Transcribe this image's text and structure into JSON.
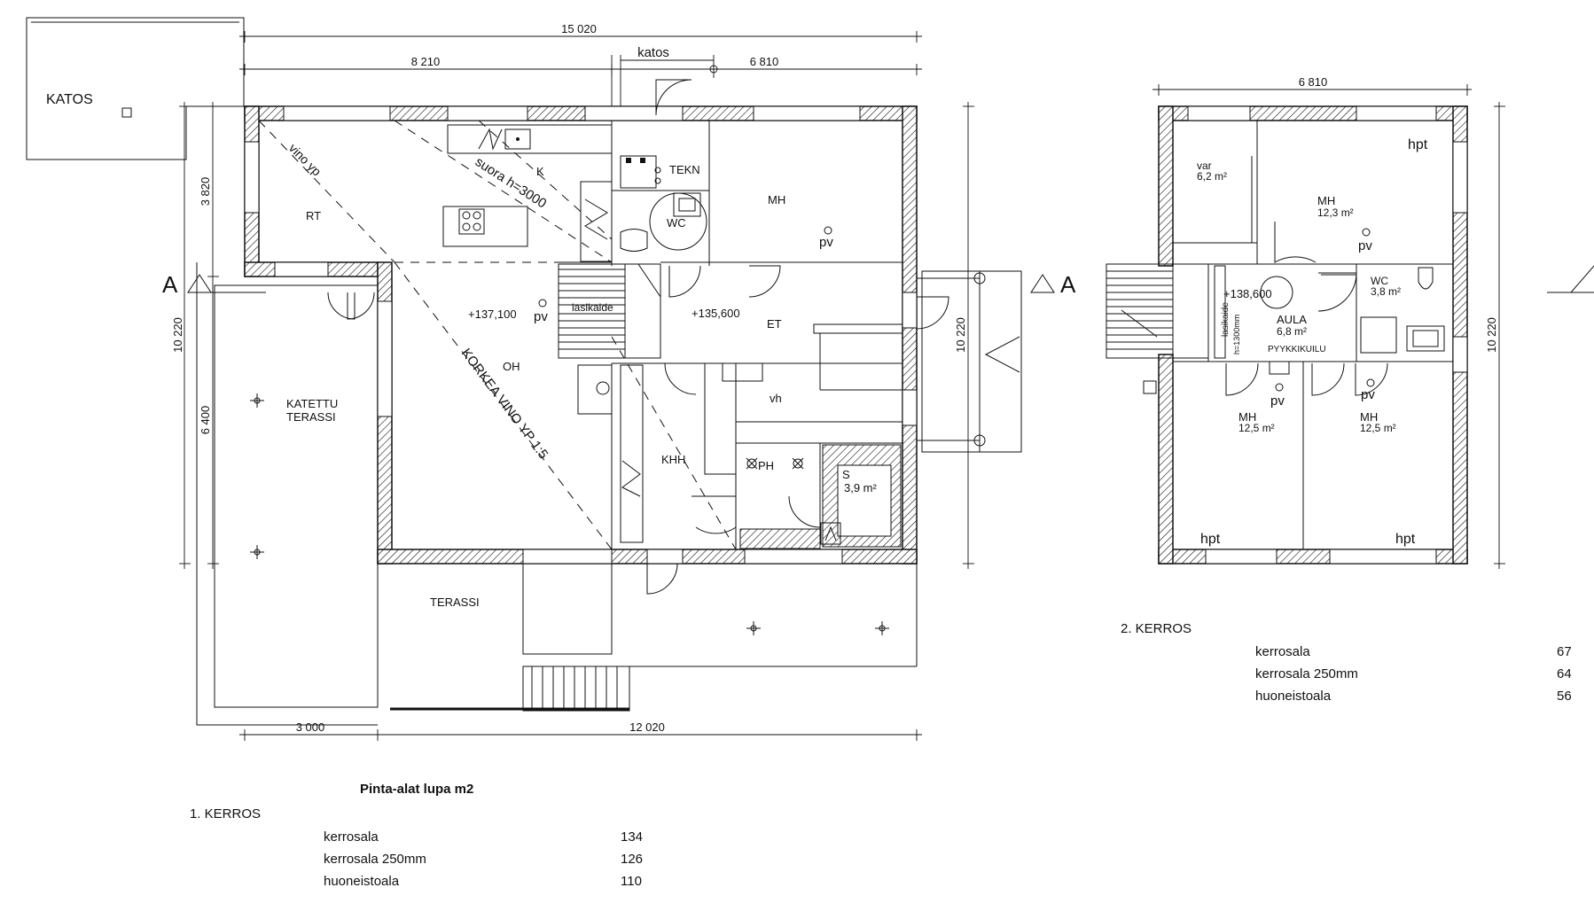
{
  "floor1": {
    "dims": {
      "total_top": "15 020",
      "left_top": "8 210",
      "right_top": "6 810",
      "canopy_label": "katos",
      "left_v_top": "3 820",
      "left_v_total": "10 220",
      "left_v_bottom": "6 400",
      "right_v": "10 220",
      "bottom_left": "3 000",
      "bottom_right": "12 020"
    },
    "section_marker": "A",
    "rooms": {
      "katos": "KATOS",
      "rt": "RT",
      "k": "K",
      "tekn": "TEKN",
      "wc": "WC",
      "mh": "MH",
      "oh": "OH",
      "et": "ET",
      "vh": "vh",
      "khh": "KHH",
      "ph": "PH",
      "s": "S",
      "s_area": "3,9 m²",
      "katettu": "KATETTU",
      "terassi_covered": "TERASSI",
      "terassi": "TERASSI"
    },
    "annotations": {
      "vino_yp": "vino yp",
      "suora": "suora h=3000",
      "korkea": "KORKEA VINO YP 1:5",
      "level1": "+137,100",
      "level2": "+135,600",
      "pv": "pv",
      "lasikaide": "lasikaide"
    }
  },
  "floor2": {
    "dims": {
      "top": "6 810",
      "right_v": "10 220"
    },
    "section_marker": "A",
    "rooms": {
      "var": "var",
      "var_area": "6,2 m²",
      "hpt": "hpt",
      "mh1": "MH",
      "mh1_area": "12,3 m²",
      "wc": "WC",
      "wc_area": "3,8 m²",
      "aula": "AULA",
      "aula_area": "6,8 m²",
      "pyykkikuilu": "PYYKKIKUILU",
      "level": "+138,600",
      "lasikaide": "lasikaide",
      "lasikaide_h": "h=1300mm",
      "mh2": "MH",
      "mh2_area": "12,5 m²",
      "mh3": "MH",
      "mh3_area": "12,5 m²",
      "pv": "pv"
    }
  },
  "areas": {
    "heading": "Pinta-alat lupa m2",
    "floor1_title": "1. KERROS",
    "floor1_rows": [
      {
        "label": "kerrosala",
        "value": "134"
      },
      {
        "label": "kerrosala 250mm",
        "value": "126"
      },
      {
        "label": "huoneistoala",
        "value": "110"
      }
    ],
    "floor2_title": "2. KERROS",
    "floor2_rows": [
      {
        "label": "kerrosala",
        "value": "67"
      },
      {
        "label": "kerrosala 250mm",
        "value": "64"
      },
      {
        "label": "huoneistoala",
        "value": "56"
      }
    ]
  }
}
